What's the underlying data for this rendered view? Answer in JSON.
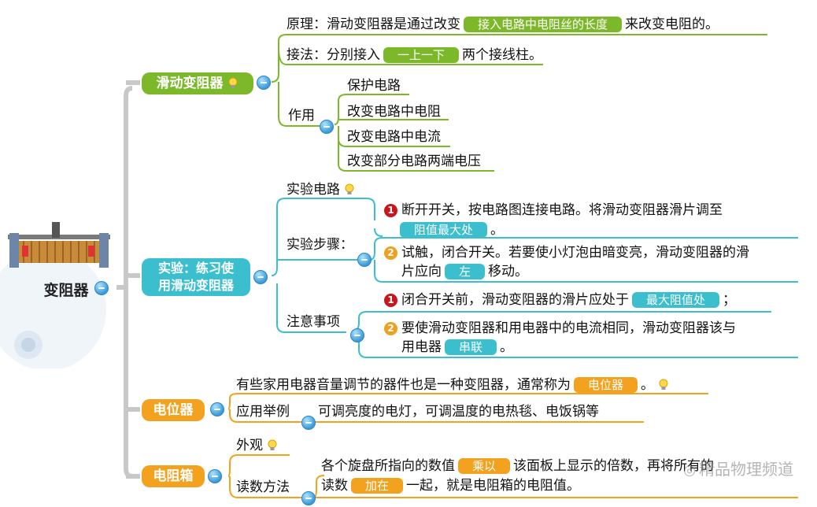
{
  "root": {
    "label": "变阻器"
  },
  "branch1": {
    "topic": "滑动变阻器",
    "principle": {
      "prefix": "原理：滑动变阻器是通过改变",
      "highlight": "接入电路中电阻丝的长度",
      "suffix": "来改变电阻的。"
    },
    "connection": {
      "prefix": "接法：分别接入",
      "highlight": "一上一下",
      "suffix": "两个接线柱。"
    },
    "usage": {
      "label": "作用",
      "items": [
        "保护电路",
        "改变电路中电阻",
        "改变电路中电流",
        "改变部分电路两端电压"
      ]
    }
  },
  "branch2": {
    "topic_line1": "实验：练习使",
    "topic_line2": "用滑动变阻器",
    "circuit": {
      "label": "实验电路"
    },
    "steps": {
      "label": "实验步骤：",
      "step1": {
        "num": "1",
        "line1": "断开开关，按电路图连接电路。将滑动变阻器滑片调至",
        "highlight": "阻值最大处",
        "suffix": "。"
      },
      "step2": {
        "num": "2",
        "line1": "试触，闭合开关。若要使小灯泡由暗变亮，滑动变阻器的滑",
        "line2_prefix": "片应向",
        "highlight": "左",
        "suffix": "移动。"
      }
    },
    "notes": {
      "label": "注意事项",
      "note1": {
        "num": "1",
        "prefix": "闭合开关前，滑动变阻器的滑片应处于",
        "highlight": "最大阻值处",
        "suffix": "；"
      },
      "note2": {
        "num": "2",
        "line1": "要使滑动变阻器和用电器中的电流相同，滑动变阻器该与",
        "line2_prefix": "用电器",
        "highlight": "串联",
        "suffix": "。"
      }
    }
  },
  "branch3": {
    "topic": "电位器",
    "def": {
      "prefix": "有些家用电器音量调节的器件也是一种变阻器，通常称为",
      "highlight": "电位器",
      "suffix": "。"
    },
    "app": {
      "label": "应用举例",
      "text": "可调亮度的电灯，可调温度的电热毯、电饭锅等"
    }
  },
  "branch4": {
    "topic": "电阻箱",
    "appearance": {
      "label": "外观"
    },
    "reading": {
      "label": "读数方法",
      "line1_prefix": "各个旋盘所指向的数值",
      "hl1": "乘以",
      "line1_suffix": "该面板上显示的倍数，再将所有的",
      "line2_prefix": "读数",
      "hl2": "加在",
      "line2_suffix": "一起，就是电阻箱的电阻值。"
    }
  },
  "watermark": "精品物理频道",
  "colors": {
    "green": "#7cb829",
    "teal": "#3bbfcf",
    "orange": "#f2a21e",
    "connector": "#c8c8c8"
  }
}
